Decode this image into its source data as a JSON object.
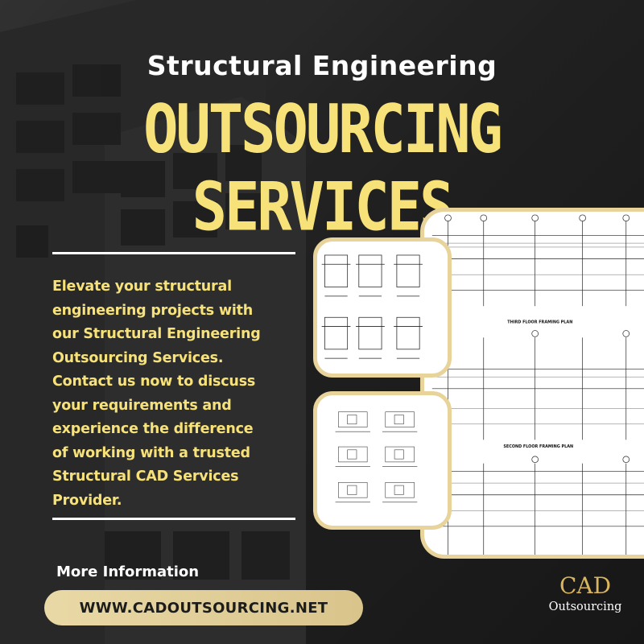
{
  "header": {
    "subtitle": "Structural Engineering",
    "title": "OUTSOURCING SERVICES"
  },
  "body": {
    "lines": [
      "Elevate your structural",
      "engineering projects with",
      "our Structural Engineering",
      "Outsourcing Services.",
      "Contact us now to discuss",
      "your requirements and",
      "experience the difference",
      "of working with a trusted",
      "Structural CAD Services",
      "Provider."
    ]
  },
  "footer": {
    "more_info": "More Information",
    "url": "WWW.CADOUTSOURCING.NET"
  },
  "logo": {
    "name": "CAD",
    "sub": "Outsourcing"
  },
  "drawings": {
    "plan_label_1": "THIRD FLOOR FRAMING PLAN",
    "plan_label_2": "SECOND FLOOR FRAMING PLAN"
  },
  "colors": {
    "accent_yellow": "#f7e27a",
    "gold_border": "#e8d49a",
    "background": "#262626"
  }
}
